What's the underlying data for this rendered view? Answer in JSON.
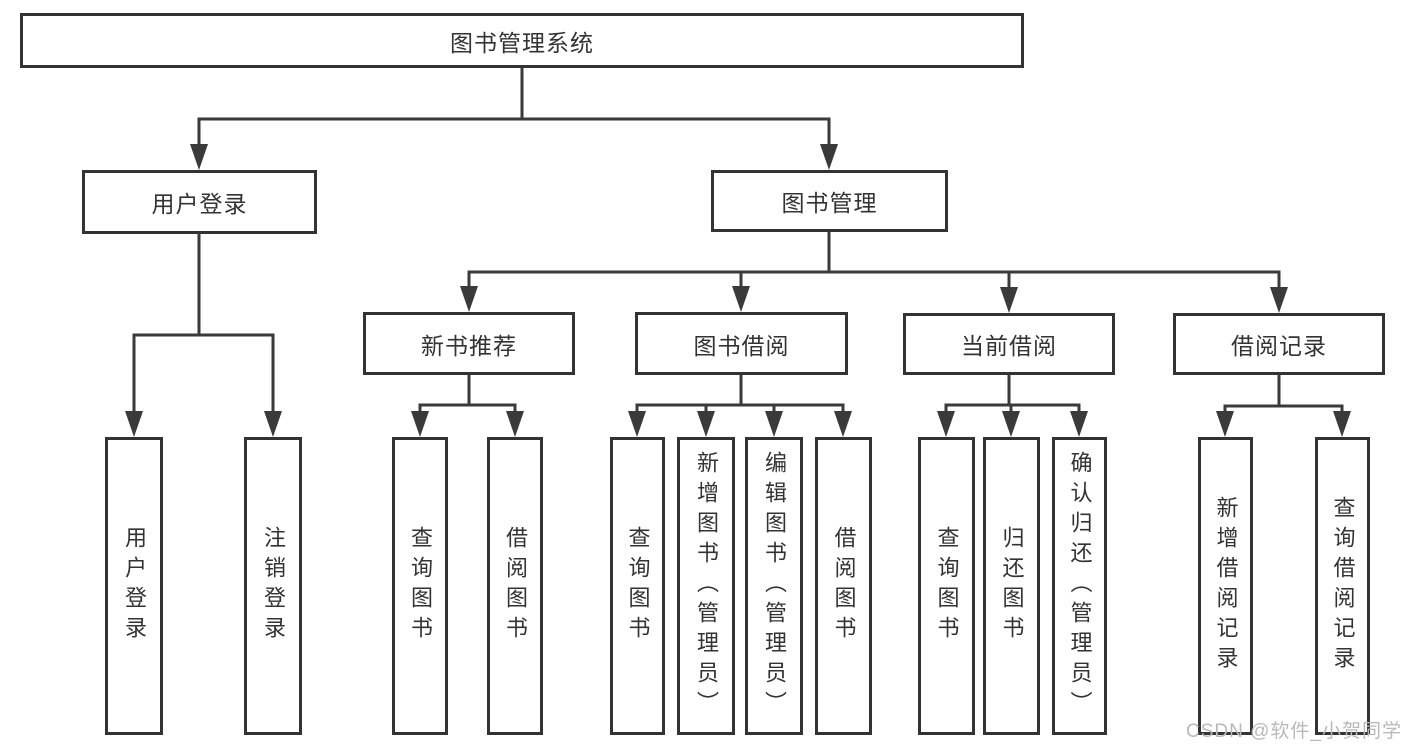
{
  "tree": {
    "label": "图书管理系统",
    "children": [
      {
        "label": "用户登录",
        "children": [
          {
            "label": "用户登录"
          },
          {
            "label": "注销登录"
          }
        ]
      },
      {
        "label": "图书管理",
        "children": [
          {
            "label": "新书推荐",
            "children": [
              {
                "label": "查询图书"
              },
              {
                "label": "借阅图书"
              }
            ]
          },
          {
            "label": "图书借阅",
            "children": [
              {
                "label": "查询图书"
              },
              {
                "label": "新增图书（管理员）"
              },
              {
                "label": "编辑图书（管理员）"
              },
              {
                "label": "借阅图书"
              }
            ]
          },
          {
            "label": "当前借阅",
            "children": [
              {
                "label": "查询图书"
              },
              {
                "label": "归还图书"
              },
              {
                "label": "确认归还（管理员）"
              }
            ]
          },
          {
            "label": "借阅记录",
            "children": [
              {
                "label": "新增借阅记录"
              },
              {
                "label": "查询借阅记录"
              }
            ]
          }
        ]
      }
    ]
  },
  "watermark": {
    "text": "CSDN @软件_小贺同学"
  },
  "colors": {
    "line": "#3a3a3a",
    "border": "#333333",
    "box_background": "#ffffff",
    "watermark": "#b9b9b9"
  }
}
